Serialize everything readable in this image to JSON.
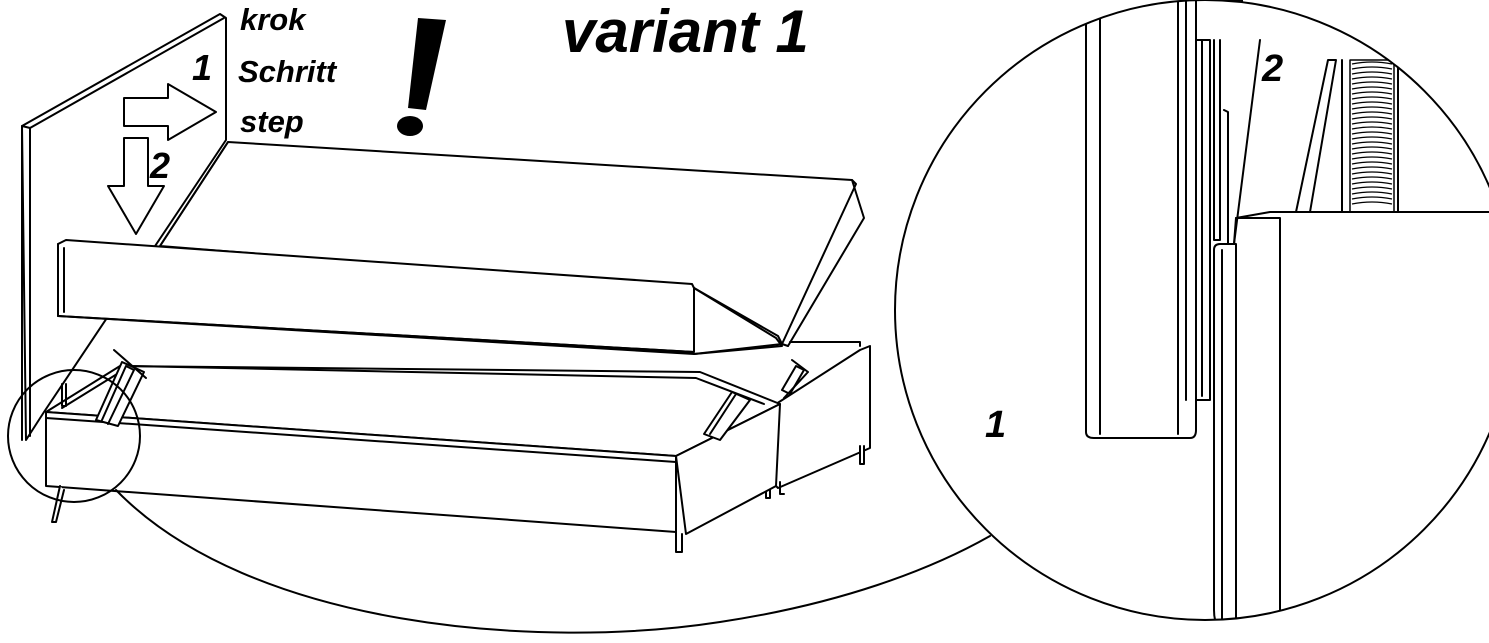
{
  "title": "variant 1",
  "step_word": {
    "cs": "krok",
    "de": "Schritt",
    "en": "step"
  },
  "markers": {
    "step1": "1",
    "step2": "2",
    "exclamation": "!"
  },
  "colors": {
    "line": "#000000",
    "fill": "#ffffff",
    "arrow_fill": "#ffffff"
  }
}
